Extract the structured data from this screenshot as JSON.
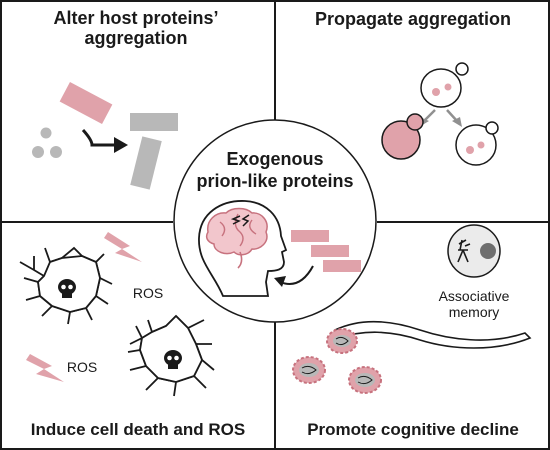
{
  "center": {
    "title_line1": "Exogenous",
    "title_line2": "prion-like proteins"
  },
  "panels": {
    "top_left": {
      "title_line1": "Alter host proteins’",
      "title_line2": "aggregation"
    },
    "top_right": {
      "title": "Propagate aggregation"
    },
    "bottom_left": {
      "title": "Induce cell death and ROS",
      "ros_label_1": "ROS",
      "ros_label_2": "ROS"
    },
    "bottom_right": {
      "title": "Promote cognitive decline",
      "memory_line1": "Associative",
      "memory_line2": "memory"
    }
  },
  "colors": {
    "pink": "#e0a2aa",
    "pink_light": "#f2c6cc",
    "pink_dark": "#c7727e",
    "gray": "#b8b8b8",
    "outline": "#1a1a1a"
  }
}
